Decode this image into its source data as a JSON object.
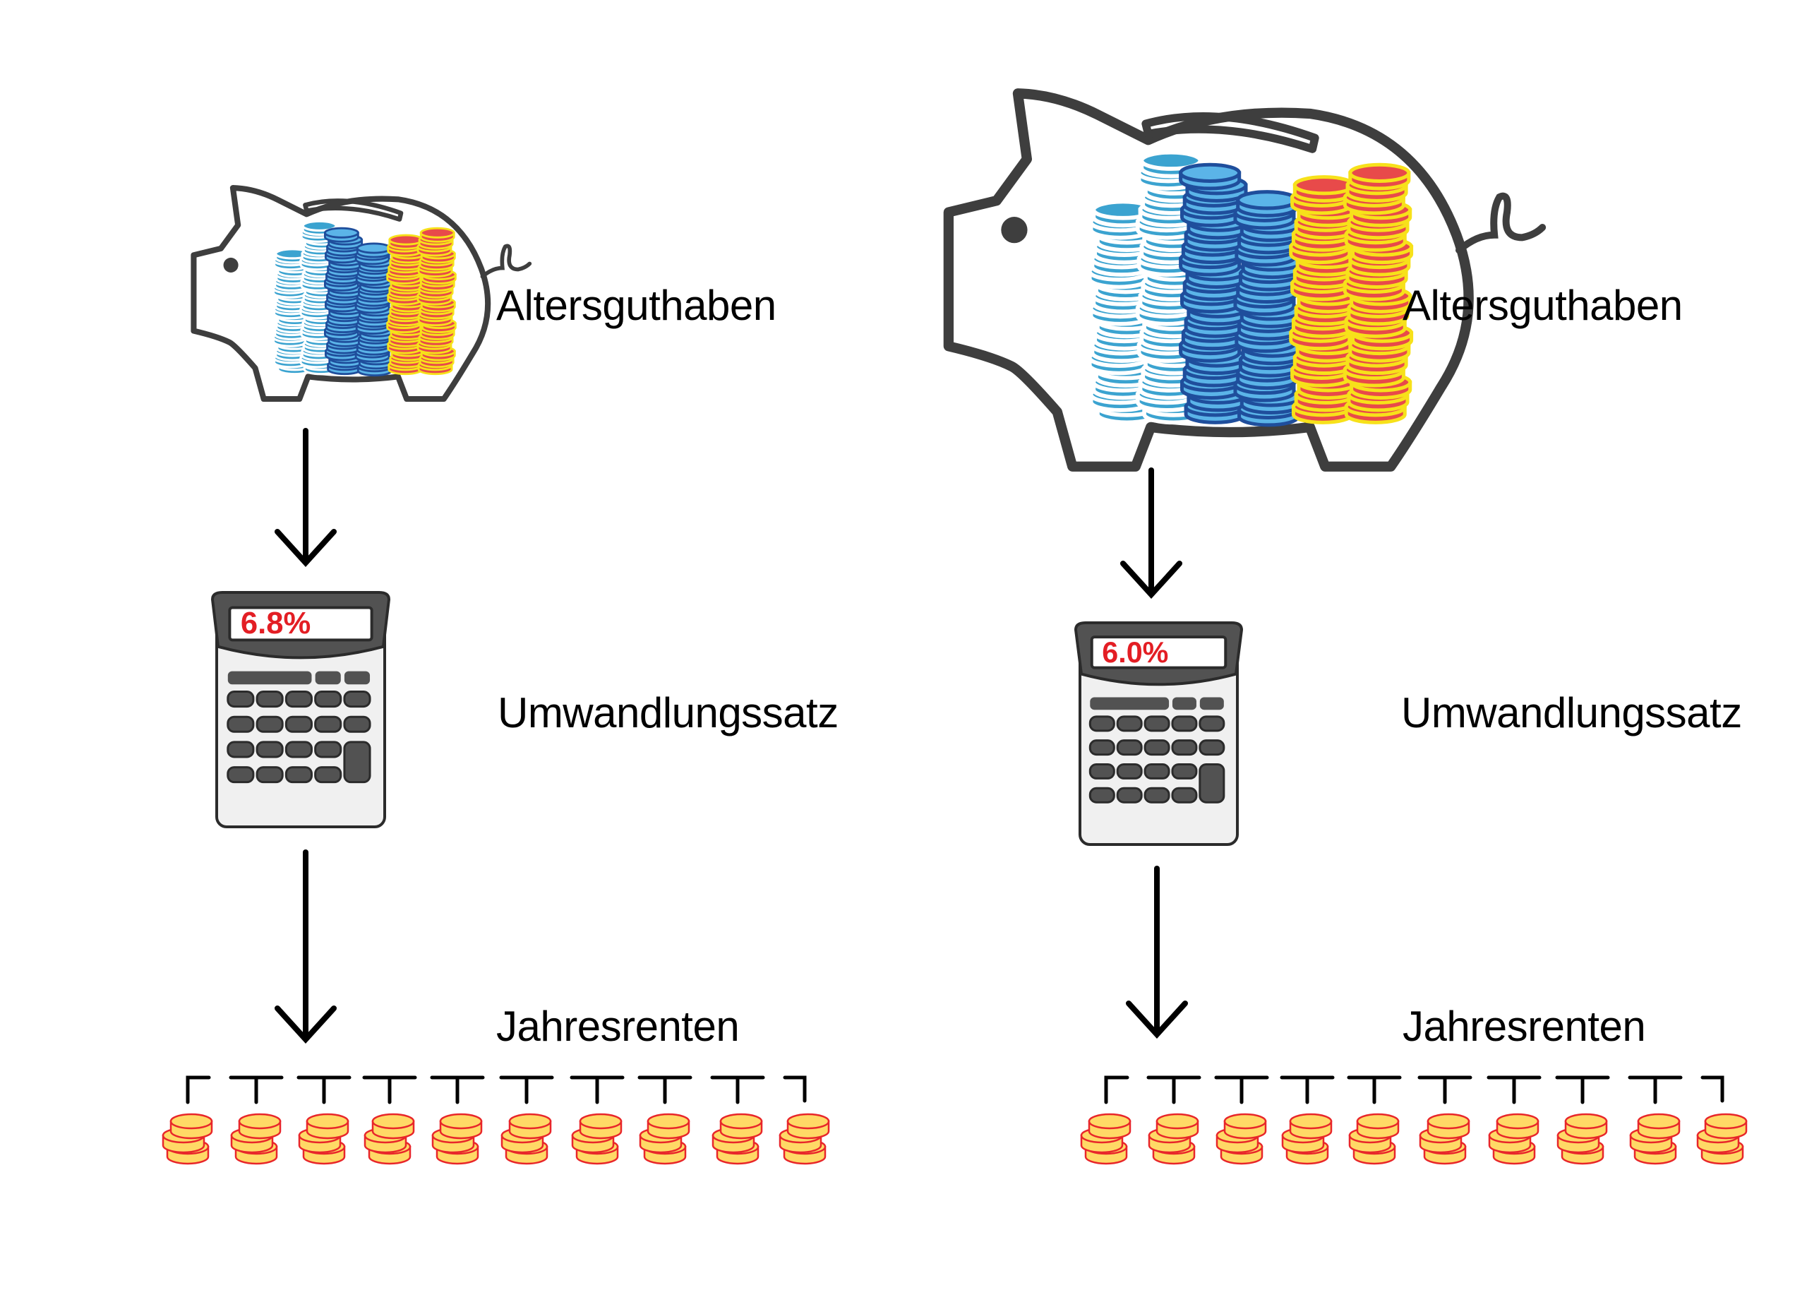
{
  "diagram": {
    "panels": [
      {
        "id": "left",
        "savings_label": "Altersguthaben",
        "rate_label": "Umwandlungssatz",
        "rate_display": "6.8%",
        "pension_label": "Jahresrenten",
        "annual_payments_count": 10
      },
      {
        "id": "right",
        "savings_label": "Altersguthaben",
        "rate_label": "Umwandlungssatz",
        "rate_display": "6.0%",
        "pension_label": "Jahresrenten",
        "annual_payments_count": 10
      }
    ],
    "icons": {
      "savings": "piggy-bank-icon",
      "rate": "calculator-icon",
      "pension": "coin-stack-icon",
      "flow": "arrow-down-icon"
    },
    "colors": {
      "outline": "#3E3E3E",
      "coin_light_blue": "#3BA3D0",
      "coin_blue": "#5BB4E8",
      "coin_blue_edge": "#1F4E9C",
      "coin_red": "#E84A4A",
      "coin_red_edge": "#F7E11A",
      "pension_coin_fill": "#FFD966",
      "pension_coin_edge": "#E8262A",
      "rate_text": "#E31E24",
      "calc_body": "#F0F0F0",
      "calc_dark": "#525252"
    }
  }
}
